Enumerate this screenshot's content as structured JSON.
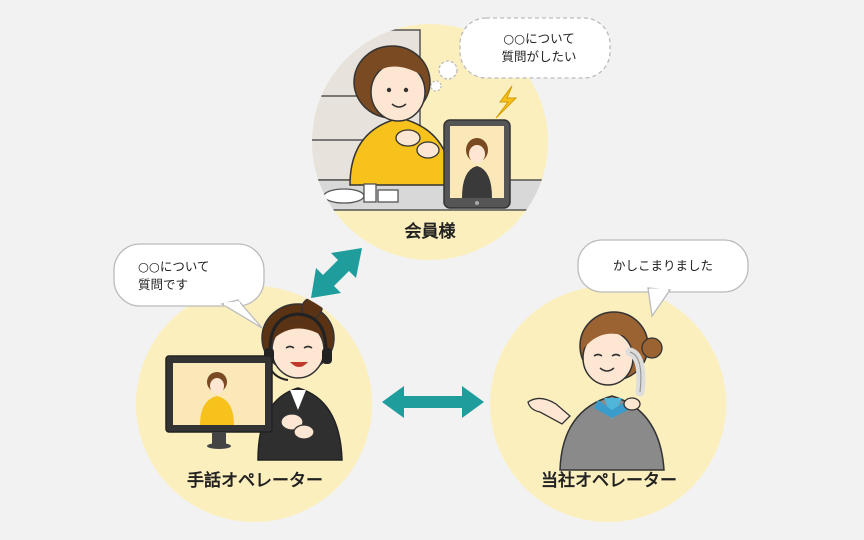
{
  "nodes": {
    "member": {
      "label": "会員様",
      "speech": "○○について\n質問がしたい"
    },
    "sign_operator": {
      "label": "手話オペレーター",
      "speech": "○○について\n質問です"
    },
    "company_operator": {
      "label": "当社オペレーター",
      "speech": "かしこまりました"
    }
  },
  "colors": {
    "circle": "#fcefbe",
    "arrow": "#1f9c9c",
    "background": "#f2f2f2",
    "shirt_yellow": "#f6c21b",
    "hair_brown": "#7a4a22"
  }
}
